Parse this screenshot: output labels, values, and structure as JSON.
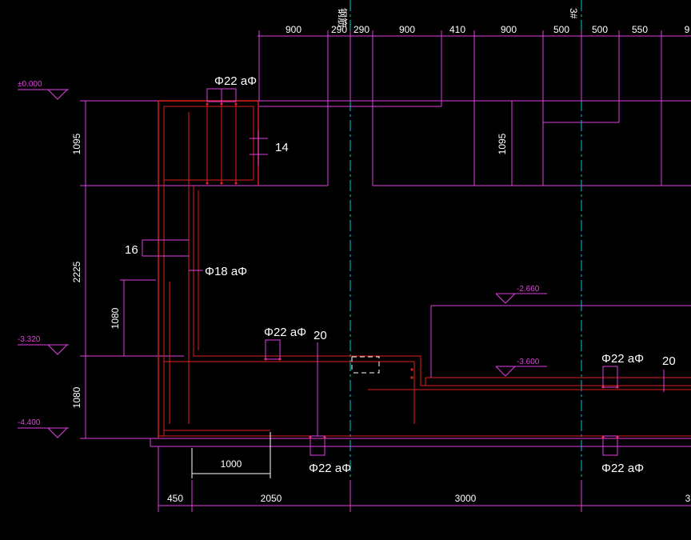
{
  "top_dims": [
    "900",
    "290",
    "290",
    "900",
    "410",
    "900",
    "500",
    "500",
    "550",
    "9"
  ],
  "bottom_dims": [
    "450",
    "2050",
    "3000",
    "3"
  ],
  "side_dims": [
    "1095",
    "2225",
    "1080",
    "1080",
    "1095"
  ],
  "levels": [
    "±0.000",
    "-3.320",
    "-4.400",
    "-2.660",
    "-3.600"
  ],
  "rebar": {
    "top": "Φ22 aΦ",
    "wall": "Φ18 aΦ",
    "mid": "Φ22 aΦ",
    "right": "Φ22 aΦ",
    "bot1": "Φ22 aΦ",
    "bot2": "Φ22 aΦ"
  },
  "counts": [
    "14",
    "16",
    "20",
    "20"
  ],
  "lap_length": "1000",
  "axis_labels": [
    "钢筋",
    "3#"
  ]
}
